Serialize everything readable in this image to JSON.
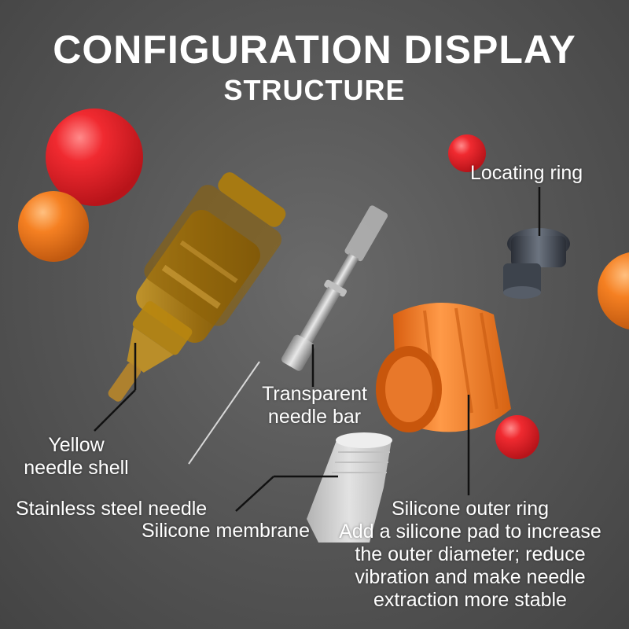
{
  "header": {
    "title": "CONFIGURATION DISPLAY",
    "subtitle": "STRUCTURE"
  },
  "labels": {
    "locating_ring": "Locating ring",
    "needle_bar_line1": "Transparent",
    "needle_bar_line2": "needle bar",
    "needle_shell_line1": "Yellow",
    "needle_shell_line2": "needle shell",
    "stainless_needle": "Stainless steel needle",
    "silicone_membrane": "Silicone membrane",
    "outer_ring_title": "Silicone outer ring",
    "outer_ring_desc1": "Add a silicone pad to increase",
    "outer_ring_desc2": "the outer diameter; reduce",
    "outer_ring_desc3": "vibration and make needle",
    "outer_ring_desc4": "extraction more stable"
  },
  "colors": {
    "background": "#555555",
    "text": "#ffffff",
    "red_ball": "#e8202a",
    "orange_ball": "#f07a1e",
    "shell_amber": "#a8780f",
    "outer_ring_orange": "#ee7a22"
  }
}
